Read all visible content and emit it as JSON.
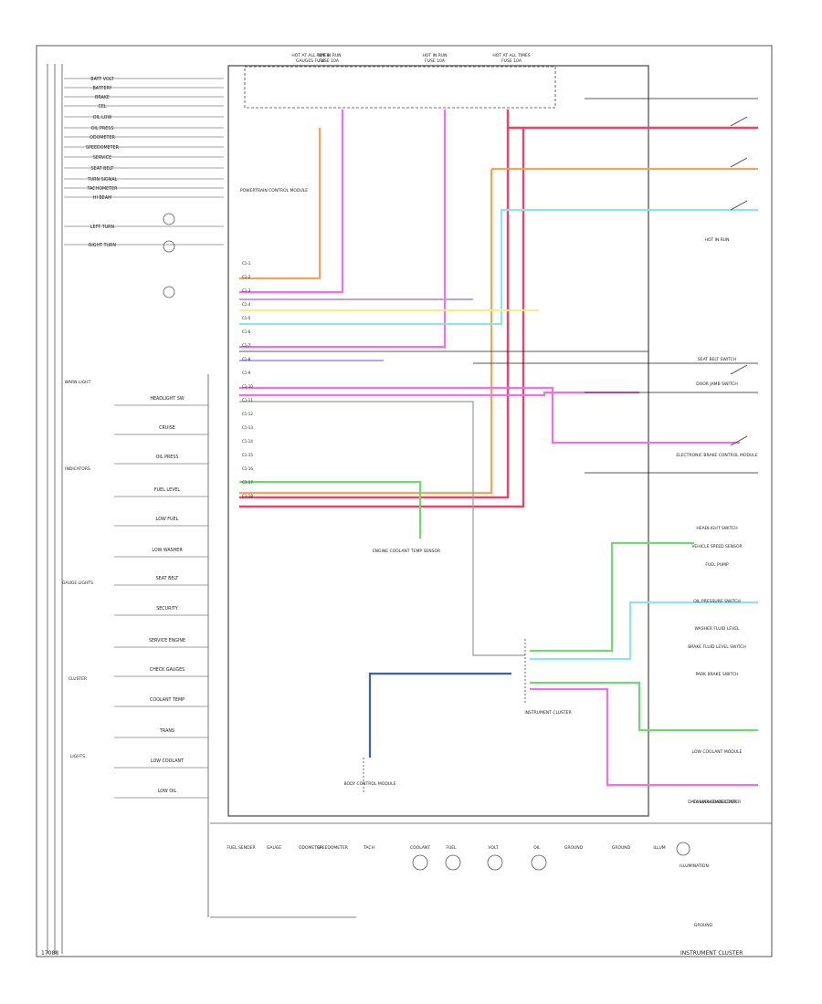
{
  "diagram": {
    "footer_left": "17088",
    "footer_right": "INSTRUMENT CLUSTER",
    "wire_colors": {
      "red": "#e8446a",
      "pink": "#f06ff0",
      "orange": "#f5a55a",
      "cyan": "#8fe3f0",
      "green": "#73d873",
      "yellow": "#f2f08a",
      "lavender": "#b8a4e8",
      "blue": "#3a5fbf",
      "gray": "#9a9a9a",
      "black": "#222222"
    },
    "top_fuses": [
      "HOT AT ALL TIMES",
      "HOT IN RUN",
      "HOT IN RUN",
      "HOT AT ALL TIMES"
    ],
    "top_fuse_labels": [
      "GAUGES FUSE",
      "FUSE 10A",
      "FUSE 10A",
      "FUSE 10A"
    ],
    "left_labels": [
      "BATT VOLT",
      "BATTERY",
      "BRAKE",
      "CEL",
      "OIL LOW",
      "OIL PRESS",
      "ODOMETER",
      "SPEEDOMETER",
      "SERVICE",
      "SEAT BELT",
      "TURN SIGNAL",
      "TACHOMETER",
      "HI BEAM",
      "LEFT TURN",
      "RIGHT TURN"
    ],
    "mid_labels": [
      "HEADLIGHT SW",
      "CRUISE",
      "OIL PRESS",
      "FUEL LEVEL",
      "LOW FUEL",
      "LOW WASHER",
      "SEAT BELT",
      "SECURITY",
      "SERVICE ENGINE",
      "CHECK GAUGES",
      "COOLANT TEMP",
      "TRANS",
      "LOW COOLANT",
      "LOW OIL"
    ],
    "group_labels": [
      "WARN LIGHT",
      "INDICATORS",
      "GAUGE LIGHTS",
      "CLUSTER",
      "LIGHTS"
    ],
    "components": [
      "POWERTRAIN CONTROL MODULE",
      "BODY CONTROL MODULE",
      "ENGINE COOLANT TEMP SENSOR",
      "VEHICLE SPEED SENSOR",
      "OIL PRESSURE SWITCH",
      "BRAKE FLUID LEVEL SWITCH",
      "DATA LINK CONNECTOR",
      "INSTRUMENT CLUSTER",
      "GROUND",
      "ILLUMINATION"
    ],
    "right_labels": [
      "HOT IN RUN",
      "SEAT BELT SWITCH",
      "DOOR JAMB SWITCH",
      "ELECTRONIC BRAKE CONTROL MODULE",
      "HEADLIGHT SWITCH",
      "FUEL PUMP",
      "WASHER FLUID LEVEL",
      "PARK BRAKE SWITCH",
      "LOW COOLANT MODULE",
      "CONVENIENCE CENTER"
    ],
    "bottom_labels": [
      "FUEL SENDER",
      "GAUGE",
      "ODOMETER",
      "SPEEDOMETER",
      "TACH",
      "COOLANT",
      "FUEL",
      "VOLT",
      "OIL",
      "GROUND",
      "GROUND",
      "ILLUM"
    ],
    "pin_prefix": "C1"
  }
}
